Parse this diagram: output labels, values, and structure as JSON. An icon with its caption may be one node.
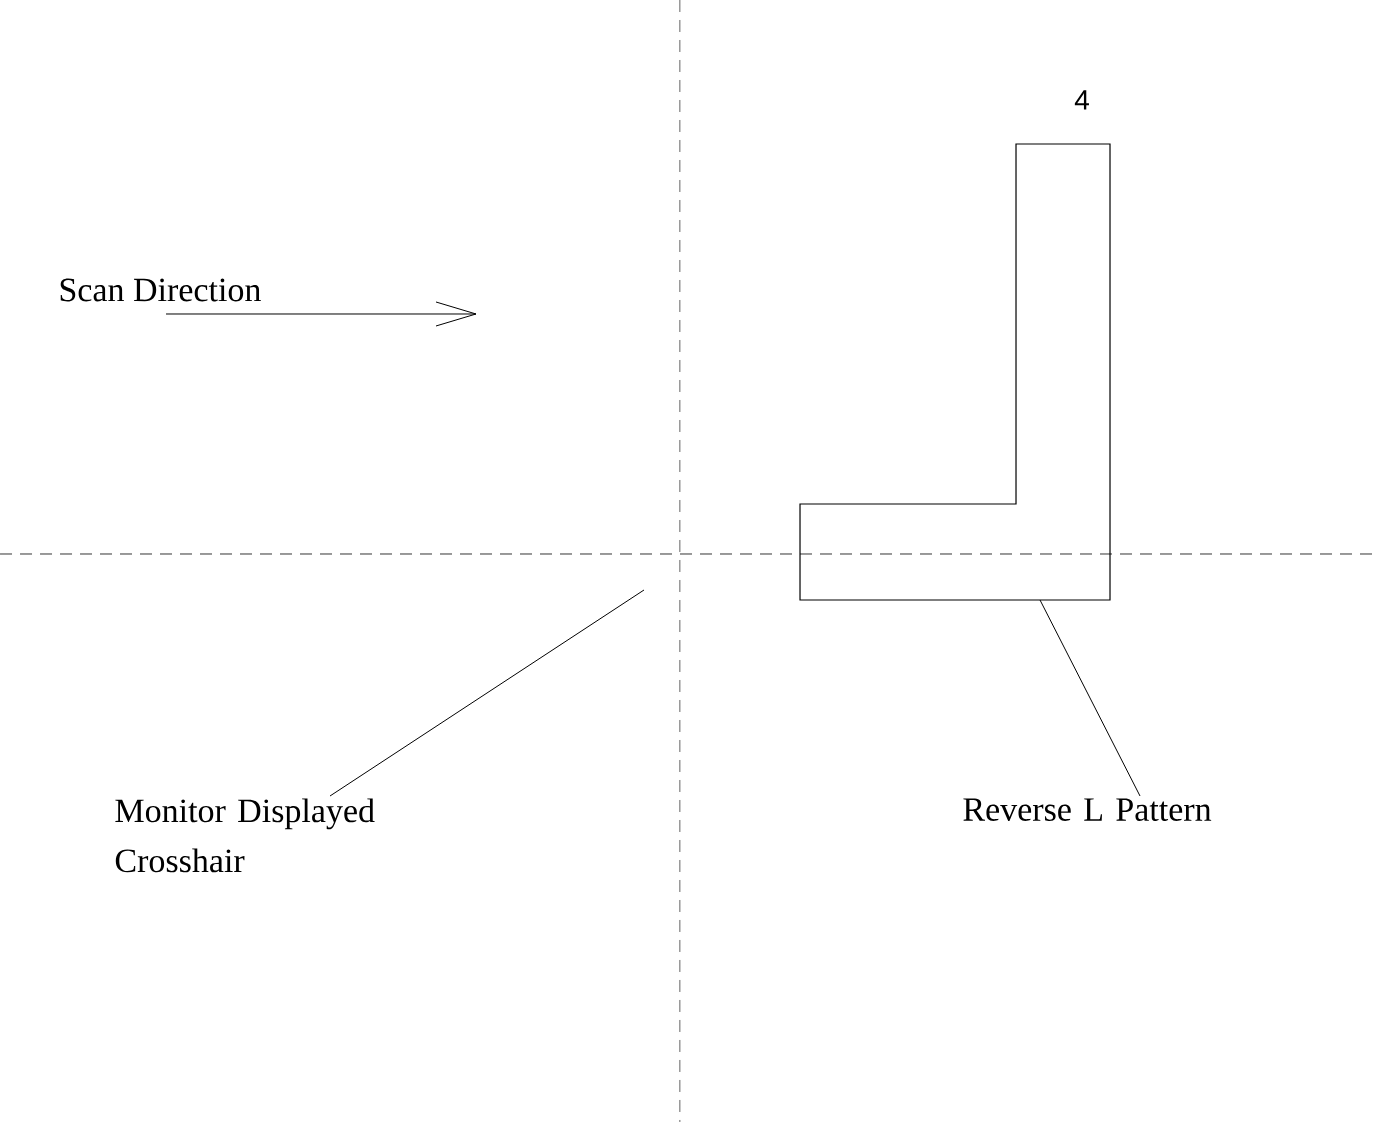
{
  "diagram": {
    "nodes": [
      {
        "text": [],
        "shape": "box"
      },
      {
        "text": [
          "Monitor Displayed Crosshair"
        ]
      },
      {
        "text": [
          "Reverse L Pattern"
        ]
      }
    ],
    "edges": [
      {
        "from": 1,
        "to": null,
        "arrow": "none"
      },
      {
        "from": 2,
        "to": 0,
        "arrow": "none"
      }
    ],
    "labels": [
      "Scan Direction",
      "4"
    ]
  }
}
